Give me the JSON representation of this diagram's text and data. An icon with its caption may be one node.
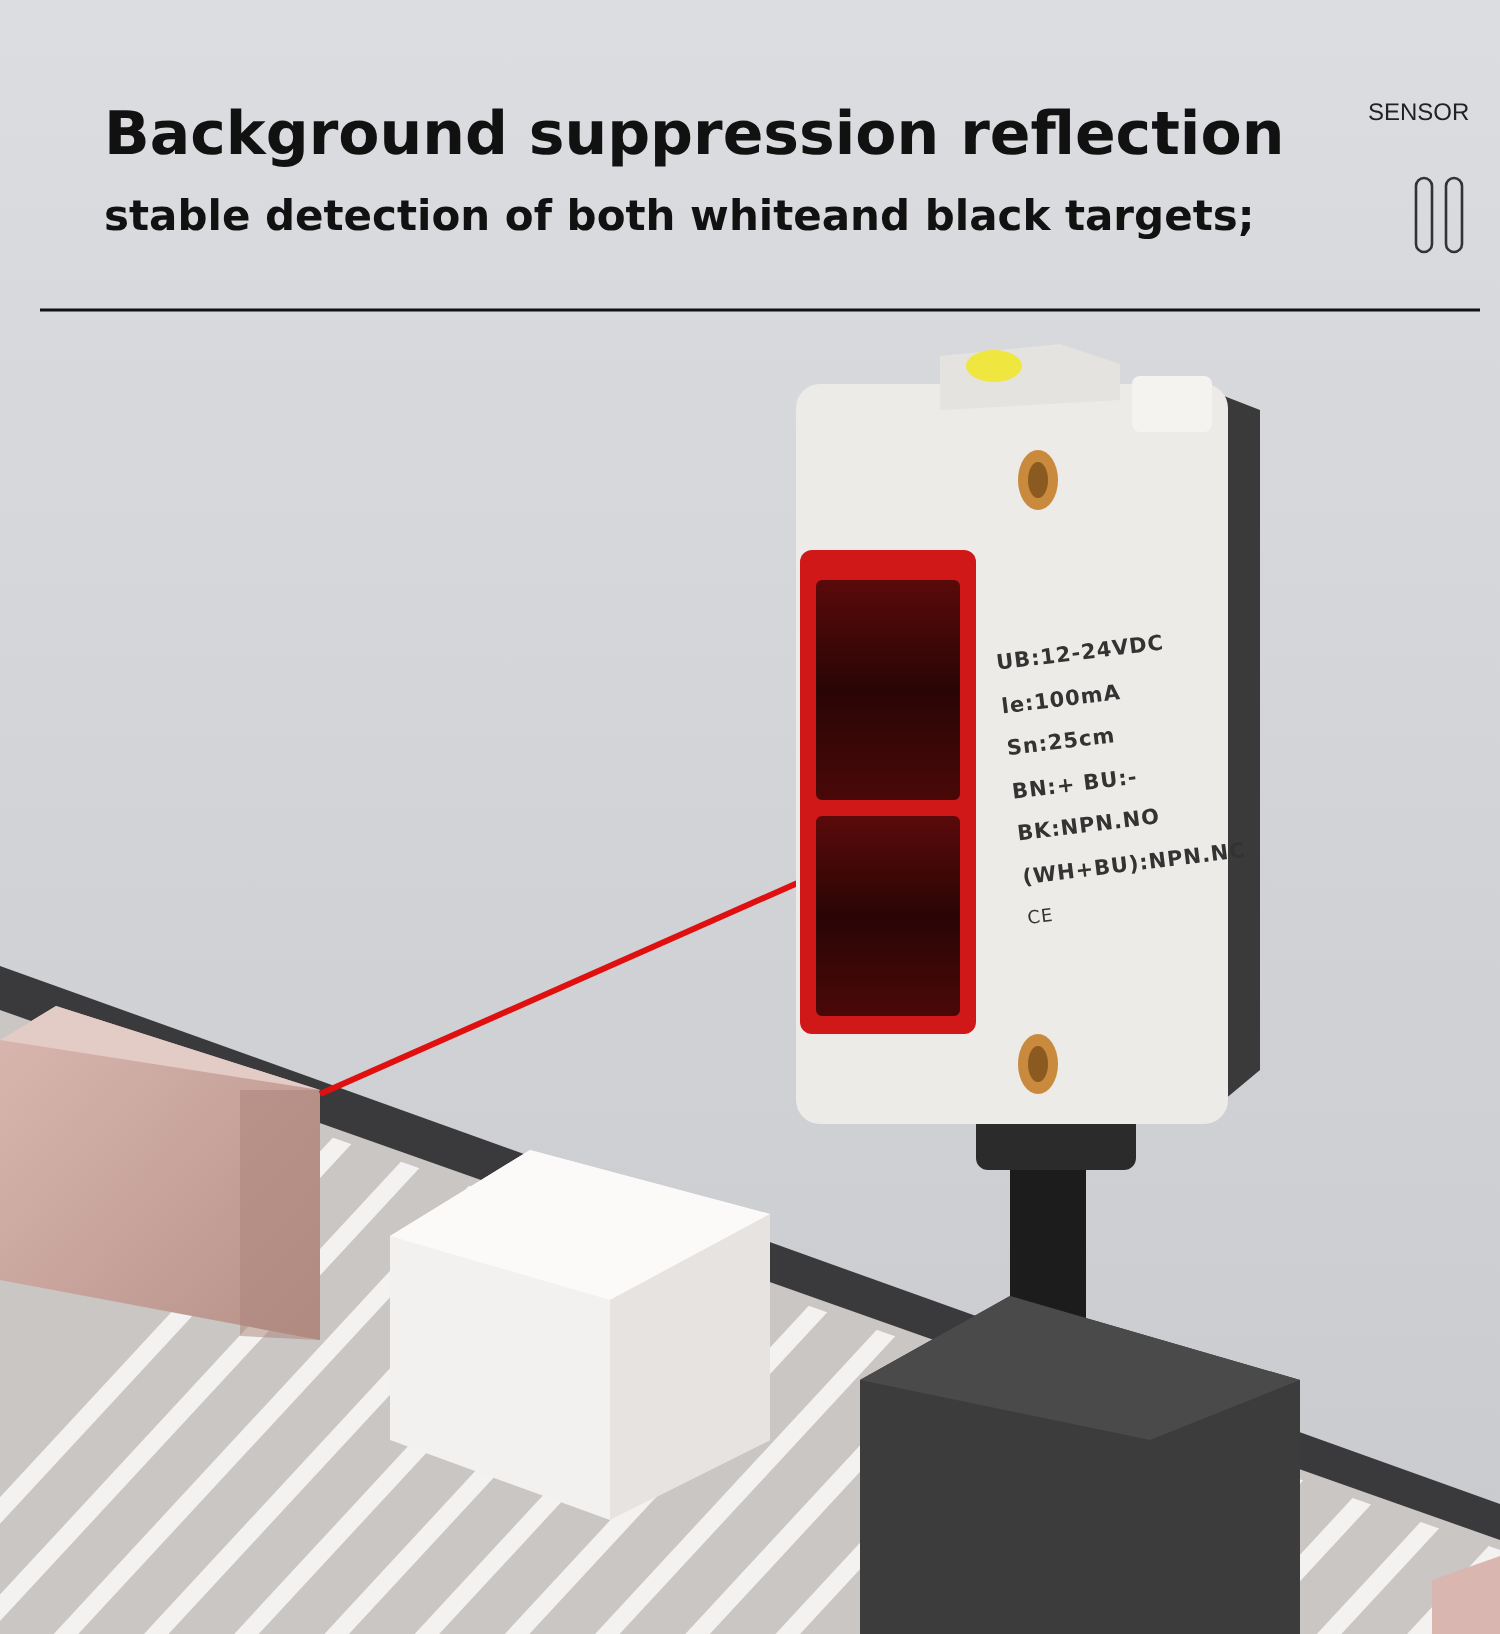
{
  "diagram": {
    "title": "Background suppression reflection",
    "labels": [
      "stable detection of both whiteand black targets;",
      "SENSOR",
      "UB:12-24VDC",
      "le:100mA",
      "Sn:25cm",
      "BN:+ BU:-",
      "BK:NPN.NO",
      "(WH+BU):NPN.NC",
      "CE"
    ]
  }
}
